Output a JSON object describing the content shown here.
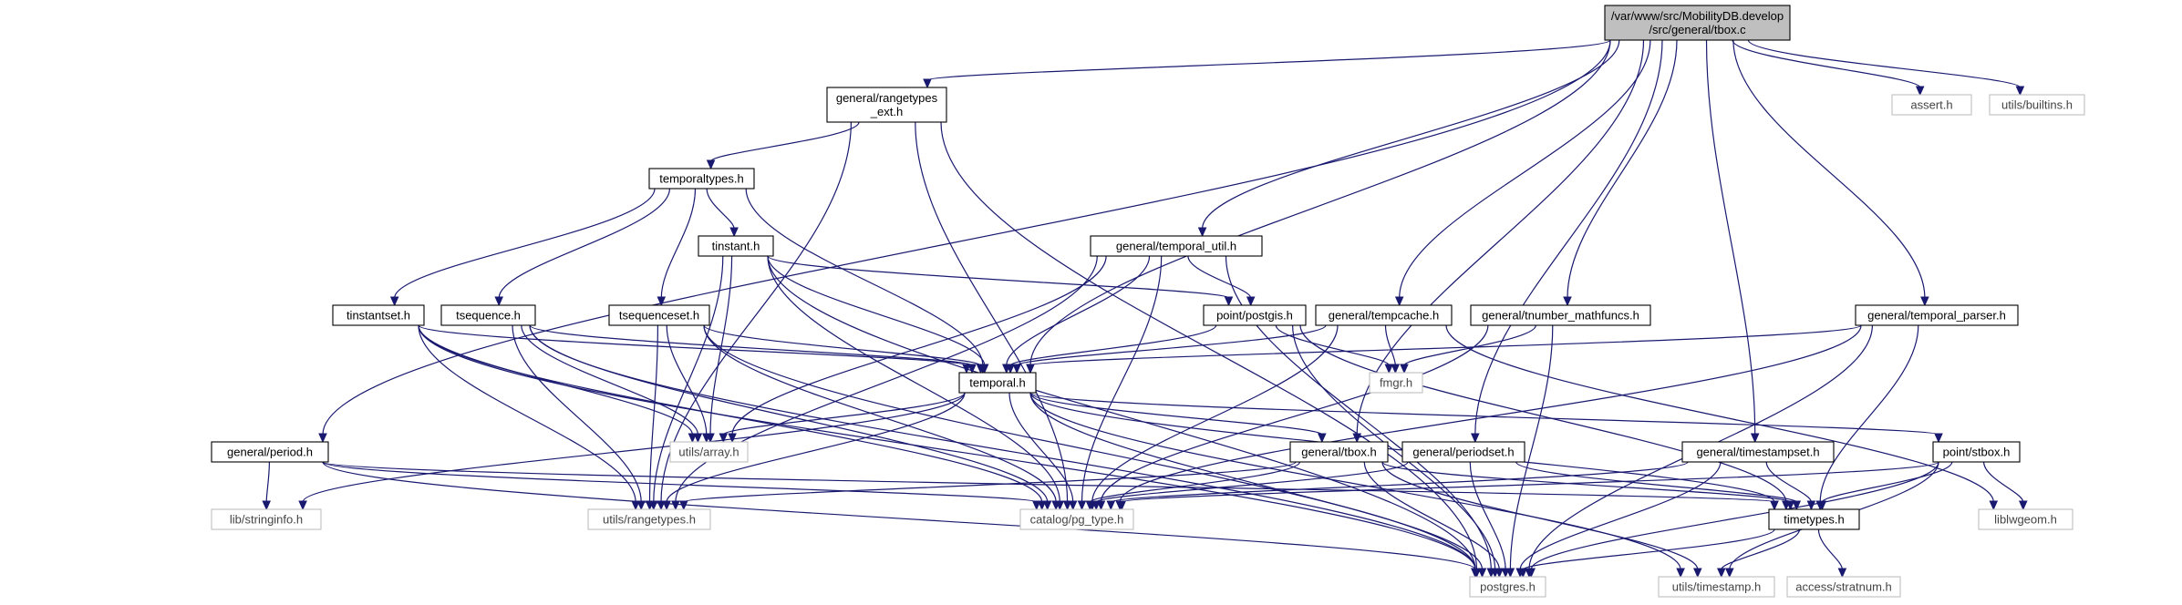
{
  "graph": {
    "nodes": [
      {
        "id": "root",
        "lines": [
          "/var/www/src/MobilityDB.develop",
          "/src/general/tbox.c"
        ],
        "kind": "root"
      },
      {
        "id": "rangetypes_ext",
        "lines": [
          "general/rangetypes",
          "_ext.h"
        ],
        "kind": "file"
      },
      {
        "id": "assert",
        "lines": [
          "assert.h"
        ],
        "kind": "external"
      },
      {
        "id": "builtins",
        "lines": [
          "utils/builtins.h"
        ],
        "kind": "external"
      },
      {
        "id": "temporaltypes",
        "lines": [
          "temporaltypes.h"
        ],
        "kind": "file"
      },
      {
        "id": "tinstant",
        "lines": [
          "tinstant.h"
        ],
        "kind": "file"
      },
      {
        "id": "temporal_util",
        "lines": [
          "general/temporal_util.h"
        ],
        "kind": "file"
      },
      {
        "id": "tinstantset",
        "lines": [
          "tinstantset.h"
        ],
        "kind": "file"
      },
      {
        "id": "tsequence",
        "lines": [
          "tsequence.h"
        ],
        "kind": "file"
      },
      {
        "id": "tsequenceset",
        "lines": [
          "tsequenceset.h"
        ],
        "kind": "file"
      },
      {
        "id": "postgis",
        "lines": [
          "point/postgis.h"
        ],
        "kind": "file"
      },
      {
        "id": "tempcache",
        "lines": [
          "general/tempcache.h"
        ],
        "kind": "file"
      },
      {
        "id": "tnumber_mathfuncs",
        "lines": [
          "general/tnumber_mathfuncs.h"
        ],
        "kind": "file"
      },
      {
        "id": "temporal_parser",
        "lines": [
          "general/temporal_parser.h"
        ],
        "kind": "file"
      },
      {
        "id": "temporal",
        "lines": [
          "temporal.h"
        ],
        "kind": "file"
      },
      {
        "id": "fmgr",
        "lines": [
          "fmgr.h"
        ],
        "kind": "external"
      },
      {
        "id": "array",
        "lines": [
          "utils/array.h"
        ],
        "kind": "external"
      },
      {
        "id": "period",
        "lines": [
          "general/period.h"
        ],
        "kind": "file"
      },
      {
        "id": "tbox_h",
        "lines": [
          "general/tbox.h"
        ],
        "kind": "file"
      },
      {
        "id": "periodset",
        "lines": [
          "general/periodset.h"
        ],
        "kind": "file"
      },
      {
        "id": "timestampset",
        "lines": [
          "general/timestampset.h"
        ],
        "kind": "file"
      },
      {
        "id": "stbox",
        "lines": [
          "point/stbox.h"
        ],
        "kind": "file"
      },
      {
        "id": "stringinfo",
        "lines": [
          "lib/stringinfo.h"
        ],
        "kind": "external"
      },
      {
        "id": "rangetypes",
        "lines": [
          "utils/rangetypes.h"
        ],
        "kind": "external"
      },
      {
        "id": "pg_type",
        "lines": [
          "catalog/pg_type.h"
        ],
        "kind": "external"
      },
      {
        "id": "timetypes",
        "lines": [
          "timetypes.h"
        ],
        "kind": "file"
      },
      {
        "id": "liblwgeom",
        "lines": [
          "liblwgeom.h"
        ],
        "kind": "external"
      },
      {
        "id": "postgres",
        "lines": [
          "postgres.h"
        ],
        "kind": "external"
      },
      {
        "id": "timestamp",
        "lines": [
          "utils/timestamp.h"
        ],
        "kind": "external"
      },
      {
        "id": "stratnum",
        "lines": [
          "access/stratnum.h"
        ],
        "kind": "external"
      }
    ],
    "edges": [
      [
        "root",
        "rangetypes_ext"
      ],
      [
        "root",
        "assert"
      ],
      [
        "root",
        "builtins"
      ],
      [
        "root",
        "temporal_util"
      ],
      [
        "root",
        "tempcache"
      ],
      [
        "root",
        "tnumber_mathfuncs"
      ],
      [
        "root",
        "temporal_parser"
      ],
      [
        "root",
        "temporal"
      ],
      [
        "root",
        "period"
      ],
      [
        "root",
        "tbox_h"
      ],
      [
        "root",
        "periodset"
      ],
      [
        "root",
        "timestampset"
      ],
      [
        "rangetypes_ext",
        "temporaltypes"
      ],
      [
        "rangetypes_ext",
        "rangetypes"
      ],
      [
        "rangetypes_ext",
        "pg_type"
      ],
      [
        "rangetypes_ext",
        "postgres"
      ],
      [
        "temporaltypes",
        "tinstant"
      ],
      [
        "temporaltypes",
        "tinstantset"
      ],
      [
        "temporaltypes",
        "tsequence"
      ],
      [
        "temporaltypes",
        "tsequenceset"
      ],
      [
        "temporaltypes",
        "temporal"
      ],
      [
        "tinstant",
        "postgis"
      ],
      [
        "tinstant",
        "temporal"
      ],
      [
        "tinstant",
        "array"
      ],
      [
        "tinstant",
        "rangetypes"
      ],
      [
        "tinstant",
        "pg_type"
      ],
      [
        "tinstant",
        "postgres"
      ],
      [
        "temporal_util",
        "postgis"
      ],
      [
        "temporal_util",
        "temporal"
      ],
      [
        "temporal_util",
        "array"
      ],
      [
        "temporal_util",
        "rangetypes"
      ],
      [
        "temporal_util",
        "pg_type"
      ],
      [
        "temporal_util",
        "postgres"
      ],
      [
        "tinstantset",
        "temporal"
      ],
      [
        "tinstantset",
        "array"
      ],
      [
        "tinstantset",
        "rangetypes"
      ],
      [
        "tinstantset",
        "pg_type"
      ],
      [
        "tinstantset",
        "postgres"
      ],
      [
        "tsequence",
        "temporal"
      ],
      [
        "tsequence",
        "array"
      ],
      [
        "tsequence",
        "rangetypes"
      ],
      [
        "tsequence",
        "pg_type"
      ],
      [
        "tsequence",
        "postgres"
      ],
      [
        "tsequenceset",
        "temporal"
      ],
      [
        "tsequenceset",
        "array"
      ],
      [
        "tsequenceset",
        "rangetypes"
      ],
      [
        "tsequenceset",
        "pg_type"
      ],
      [
        "tsequenceset",
        "postgres"
      ],
      [
        "postgis",
        "temporal"
      ],
      [
        "postgis",
        "fmgr"
      ],
      [
        "postgis",
        "postgres"
      ],
      [
        "postgis",
        "timetypes"
      ],
      [
        "tempcache",
        "temporal"
      ],
      [
        "tempcache",
        "fmgr"
      ],
      [
        "tempcache",
        "pg_type"
      ],
      [
        "tempcache",
        "liblwgeom"
      ],
      [
        "tnumber_mathfuncs",
        "fmgr"
      ],
      [
        "tnumber_mathfuncs",
        "pg_type"
      ],
      [
        "tnumber_mathfuncs",
        "postgres"
      ],
      [
        "temporal_parser",
        "temporal"
      ],
      [
        "temporal_parser",
        "pg_type"
      ],
      [
        "temporal_parser",
        "timetypes"
      ],
      [
        "temporal_parser",
        "postgres"
      ],
      [
        "temporal",
        "array"
      ],
      [
        "temporal",
        "stringinfo"
      ],
      [
        "temporal",
        "tbox_h"
      ],
      [
        "temporal",
        "stbox"
      ],
      [
        "temporal",
        "rangetypes"
      ],
      [
        "temporal",
        "pg_type"
      ],
      [
        "temporal",
        "timetypes"
      ],
      [
        "temporal",
        "postgres"
      ],
      [
        "temporal",
        "timestamp"
      ],
      [
        "period",
        "stringinfo"
      ],
      [
        "period",
        "pg_type"
      ],
      [
        "period",
        "timetypes"
      ],
      [
        "period",
        "postgres"
      ],
      [
        "tbox_h",
        "rangetypes"
      ],
      [
        "tbox_h",
        "pg_type"
      ],
      [
        "tbox_h",
        "timetypes"
      ],
      [
        "tbox_h",
        "postgres"
      ],
      [
        "tbox_h",
        "timestamp"
      ],
      [
        "periodset",
        "pg_type"
      ],
      [
        "periodset",
        "timetypes"
      ],
      [
        "periodset",
        "postgres"
      ],
      [
        "timestampset",
        "pg_type"
      ],
      [
        "timestampset",
        "timetypes"
      ],
      [
        "timestampset",
        "postgres"
      ],
      [
        "stbox",
        "pg_type"
      ],
      [
        "stbox",
        "timetypes"
      ],
      [
        "stbox",
        "liblwgeom"
      ],
      [
        "stbox",
        "postgres"
      ],
      [
        "stbox",
        "timestamp"
      ],
      [
        "timetypes",
        "postgres"
      ],
      [
        "timetypes",
        "timestamp"
      ],
      [
        "timetypes",
        "stratnum"
      ]
    ]
  }
}
